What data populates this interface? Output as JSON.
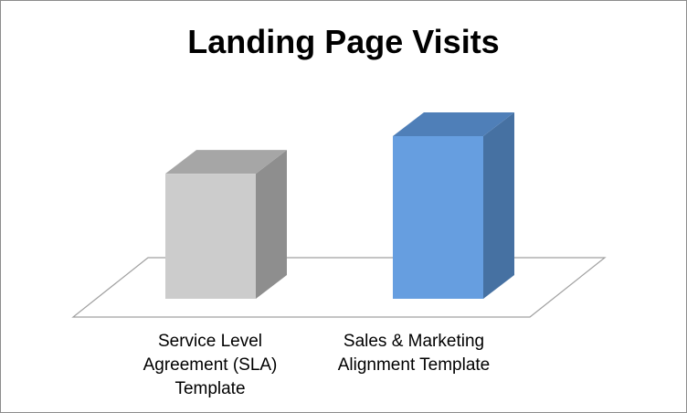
{
  "chart_data": {
    "type": "bar",
    "title": "Landing Page Visits",
    "categories": [
      [
        "Service Level",
        "Agreement (SLA)",
        "Template"
      ],
      [
        "Sales & Marketing",
        "Alignment Template"
      ]
    ],
    "values": [
      100,
      130
    ],
    "ylim": [
      0,
      130
    ],
    "grid": false,
    "legend": "none",
    "style": "3d-column",
    "colors": {
      "bar1_front": "#cccccc",
      "bar1_side": "#8e8e8e",
      "bar1_top": "#a6a6a6",
      "bar2_front": "#669ee0",
      "bar2_side": "#4671a2",
      "bar2_top": "#4f7fb8",
      "floor_stroke": "#a0a0a0"
    }
  }
}
